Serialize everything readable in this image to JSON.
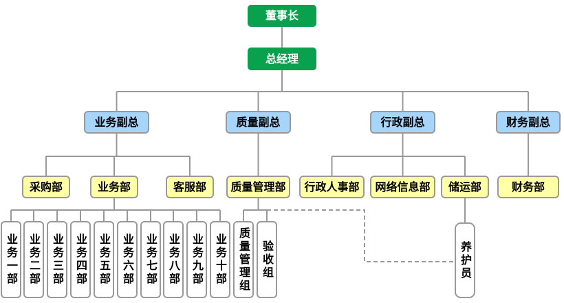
{
  "diagram": {
    "type": "organization-chart",
    "nodes": {
      "chairman": "董事长",
      "general_manager": "总经理",
      "vp_business": "业务副总",
      "vp_quality": "质量副总",
      "vp_admin": "行政副总",
      "vp_finance": "财务副总",
      "dept_purchasing": "采购部",
      "dept_business": "业务部",
      "dept_customer_service": "客服部",
      "dept_quality_mgmt": "质量管理部",
      "dept_admin_hr": "行政人事部",
      "dept_network_info": "网络信息部",
      "dept_storage_transport": "储运部",
      "dept_finance": "财务部",
      "team_business_1": "业务一部",
      "team_business_2": "业务二部",
      "team_business_3": "业务三部",
      "team_business_4": "业务四部",
      "team_business_5": "业务五部",
      "team_business_6": "业务六部",
      "team_business_7": "业务七部",
      "team_business_8": "业务八部",
      "team_business_9": "业务九部",
      "team_business_10": "业务十部",
      "team_quality_group": "质量管理组",
      "team_acceptance_group": "验收组",
      "team_maintenance_staff": "养护员"
    },
    "hierarchy": [
      {
        "parent": "董事长",
        "children": [
          "总经理"
        ],
        "style": "solid"
      },
      {
        "parent": "总经理",
        "children": [
          "业务副总",
          "质量副总",
          "行政副总",
          "财务副总"
        ],
        "style": "solid"
      },
      {
        "parent": "业务副总",
        "children": [
          "采购部",
          "业务部",
          "客服部"
        ],
        "style": "solid"
      },
      {
        "parent": "质量副总",
        "children": [
          "质量管理部"
        ],
        "style": "solid"
      },
      {
        "parent": "行政副总",
        "children": [
          "行政人事部",
          "网络信息部",
          "储运部"
        ],
        "style": "solid"
      },
      {
        "parent": "财务副总",
        "children": [
          "财务部"
        ],
        "style": "solid"
      },
      {
        "parent": "业务部",
        "children": [
          "业务一部",
          "业务二部",
          "业务三部",
          "业务四部",
          "业务五部",
          "业务六部",
          "业务七部",
          "业务八部",
          "业务九部",
          "业务十部"
        ],
        "style": "solid"
      },
      {
        "parent": "质量管理部",
        "children": [
          "质量管理组",
          "验收组"
        ],
        "style": "solid"
      },
      {
        "parent": "储运部",
        "children": [
          "养护员"
        ],
        "style": "solid"
      },
      {
        "parent": "质量管理部",
        "children": [
          "养护员"
        ],
        "style": "dashed"
      }
    ],
    "colors": {
      "executive_fill": "#0aa14e",
      "executive_text": "#ffffff",
      "vp_fill": "#a6d5f9",
      "dept_fill": "#ffffa6",
      "team_fill": "#ffffff",
      "node_border": "#999999",
      "connector_line": "#999999",
      "node_text": "#000000",
      "background": "#ffffff"
    }
  }
}
